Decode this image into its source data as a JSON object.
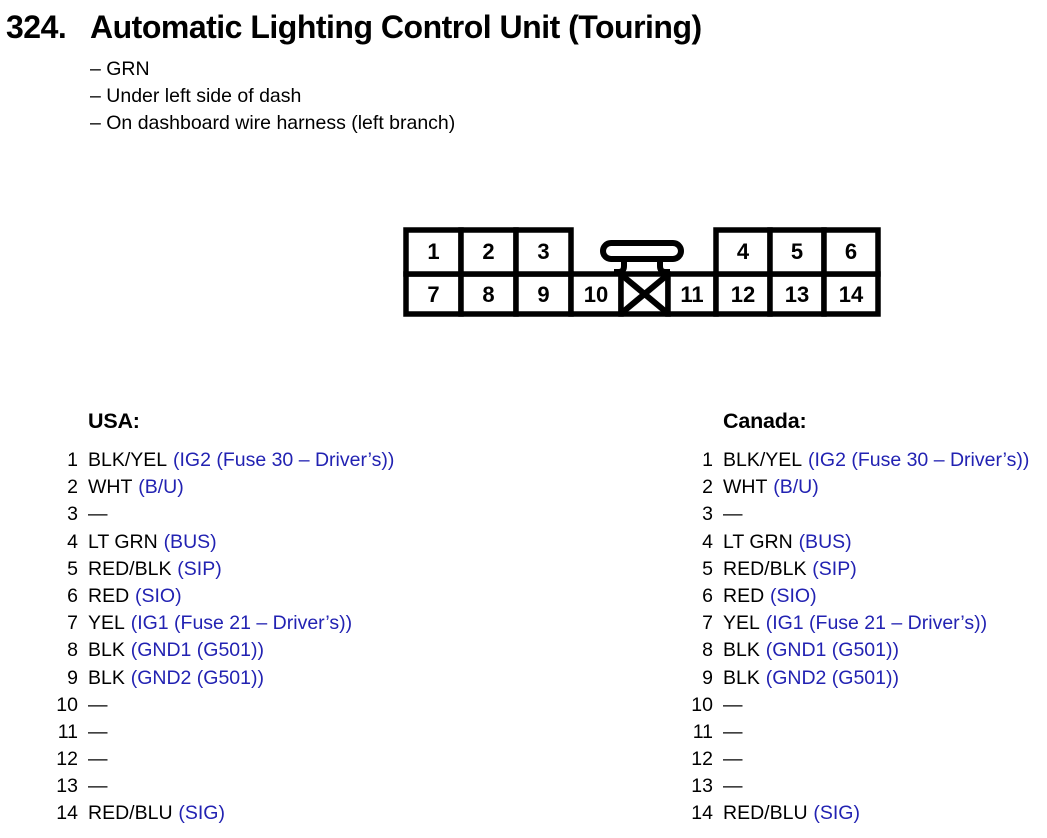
{
  "page": {
    "heading_number": "324.",
    "heading_title": "Automatic Lighting Control Unit (Touring)",
    "notes": [
      "– GRN",
      "– Under left side of dash",
      "– On dashboard wire harness (left branch)"
    ]
  },
  "connector": {
    "top_left": [
      "1",
      "2",
      "3"
    ],
    "top_right": [
      "4",
      "5",
      "6"
    ],
    "bottom_left": [
      "7",
      "8",
      "9",
      "10"
    ],
    "bottom_right": [
      "11",
      "12",
      "13",
      "14"
    ],
    "icons": {
      "blocked_cavity": "x-cross-icon",
      "latch_tab": "t-latch-icon"
    }
  },
  "pin_tables": {
    "usa": {
      "header": "USA:",
      "pins": [
        {
          "num": "1",
          "wire": "BLK/YEL",
          "signal": "(IG2 (Fuse 30 – Driver’s))"
        },
        {
          "num": "2",
          "wire": "WHT",
          "signal": "(B/U)"
        },
        {
          "num": "3",
          "wire": "—",
          "signal": ""
        },
        {
          "num": "4",
          "wire": "LT GRN",
          "signal": "(BUS)"
        },
        {
          "num": "5",
          "wire": "RED/BLK",
          "signal": "(SIP)"
        },
        {
          "num": "6",
          "wire": "RED",
          "signal": "(SIO)"
        },
        {
          "num": "7",
          "wire": "YEL",
          "signal": "(IG1 (Fuse 21 – Driver’s))"
        },
        {
          "num": "8",
          "wire": "BLK",
          "signal": "(GND1 (G501))"
        },
        {
          "num": "9",
          "wire": "BLK",
          "signal": "(GND2 (G501))"
        },
        {
          "num": "10",
          "wire": "—",
          "signal": ""
        },
        {
          "num": "11",
          "wire": "—",
          "signal": ""
        },
        {
          "num": "12",
          "wire": "—",
          "signal": ""
        },
        {
          "num": "13",
          "wire": "—",
          "signal": ""
        },
        {
          "num": "14",
          "wire": "RED/BLU",
          "signal": "(SIG)"
        }
      ]
    },
    "canada": {
      "header": "Canada:",
      "pins": [
        {
          "num": "1",
          "wire": "BLK/YEL",
          "signal": "(IG2 (Fuse 30 – Driver’s))"
        },
        {
          "num": "2",
          "wire": "WHT",
          "signal": "(B/U)"
        },
        {
          "num": "3",
          "wire": "—",
          "signal": ""
        },
        {
          "num": "4",
          "wire": "LT GRN",
          "signal": "(BUS)"
        },
        {
          "num": "5",
          "wire": "RED/BLK",
          "signal": "(SIP)"
        },
        {
          "num": "6",
          "wire": "RED",
          "signal": "(SIO)"
        },
        {
          "num": "7",
          "wire": "YEL",
          "signal": "(IG1 (Fuse 21 – Driver’s))"
        },
        {
          "num": "8",
          "wire": "BLK",
          "signal": "(GND1 (G501))"
        },
        {
          "num": "9",
          "wire": "BLK",
          "signal": "(GND2 (G501))"
        },
        {
          "num": "10",
          "wire": "—",
          "signal": ""
        },
        {
          "num": "11",
          "wire": "—",
          "signal": ""
        },
        {
          "num": "12",
          "wire": "—",
          "signal": ""
        },
        {
          "num": "13",
          "wire": "—",
          "signal": ""
        },
        {
          "num": "14",
          "wire": "RED/BLU",
          "signal": "(SIG)"
        }
      ]
    }
  },
  "colors": {
    "signal_blue": "#2222b2",
    "ink": "#000000",
    "background": "#ffffff"
  }
}
